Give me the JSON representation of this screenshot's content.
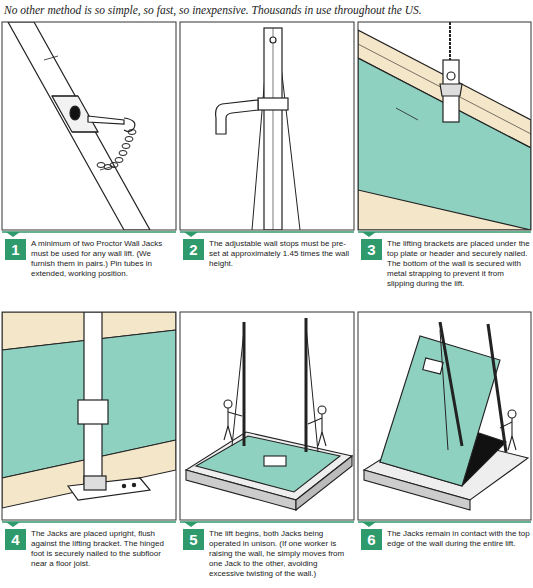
{
  "diagram": {
    "title": "No other method is so simple, so fast, so inexpensive. Thousands in use throughout the US.",
    "nodes": [
      {
        "text": [
          "1"
        ]
      },
      {
        "text": [
          "2"
        ]
      },
      {
        "text": [
          "3"
        ]
      },
      {
        "text": [
          "4"
        ]
      },
      {
        "text": [
          "5"
        ]
      },
      {
        "text": [
          "6"
        ]
      }
    ],
    "labels": [
      "A minimum of two Proctor Wall Jacks must be used for any wall lift. (We furnish them in pairs.) Pin tubes in extended, working position.",
      "The adjustable wall stops must be pre-set at approximately 1.45 times the wall height.",
      "The lifting brackets are placed under the top plate or header and securely nailed. The bottom of the wall is secured with metal strapping to prevent it from slipping during the lift.",
      "The Jacks are placed upright, flush against the lifting bracket. The hinged foot is securely nailed to the subfloor near a floor joist.",
      "The lift begins, both Jacks being operated in unison. (If one worker is raising the wall, he simply moves from one Jack to the other, avoiding excessive twisting of the wall.)",
      "The Jacks remain in contact with the top edge of the wall during the entire lift."
    ]
  }
}
